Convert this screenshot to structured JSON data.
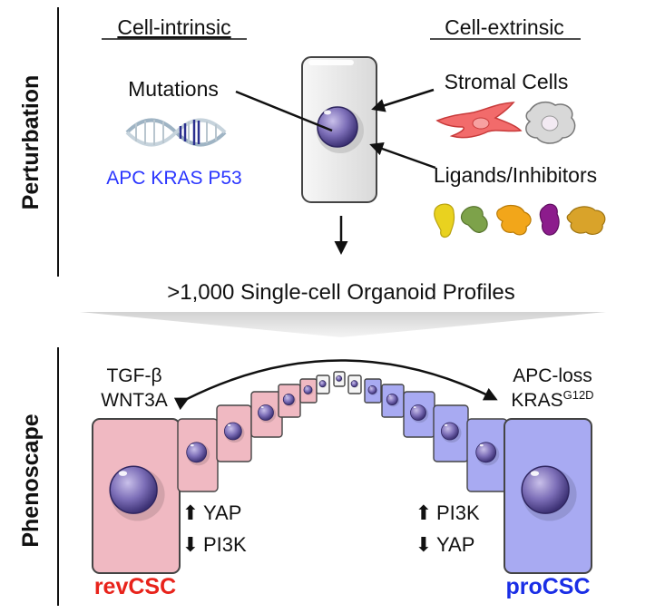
{
  "side_labels": {
    "top": "Perturbation",
    "bottom": "Phenoscape"
  },
  "columns": {
    "intrinsic": "Cell-intrinsic",
    "extrinsic": "Cell-extrinsic"
  },
  "intrinsic": {
    "mutations": "Mutations",
    "genes": "APC KRAS P53",
    "gene_color": "#2a35ff"
  },
  "extrinsic": {
    "stromal": "Stromal Cells",
    "ligands": "Ligands/Inhibitors"
  },
  "profiles": ">1,000 Single-cell Organoid Profiles",
  "left": {
    "label1": "TGF-β",
    "label2": "WNT3A",
    "up": "YAP",
    "down": "PI3K",
    "name": "revCSC",
    "name_color": "#e8231b",
    "cell_color": "#f0b9c2"
  },
  "right": {
    "label1": "APC-loss",
    "label2_base": "KRAS",
    "label2_sup": "G12D",
    "up": "PI3K",
    "down": "YAP",
    "name": "proCSC",
    "name_color": "#1a2ee6",
    "cell_color": "#a8aaf2"
  },
  "arrows": {
    "up_glyph": "⬆",
    "down_glyph": "⬇"
  }
}
